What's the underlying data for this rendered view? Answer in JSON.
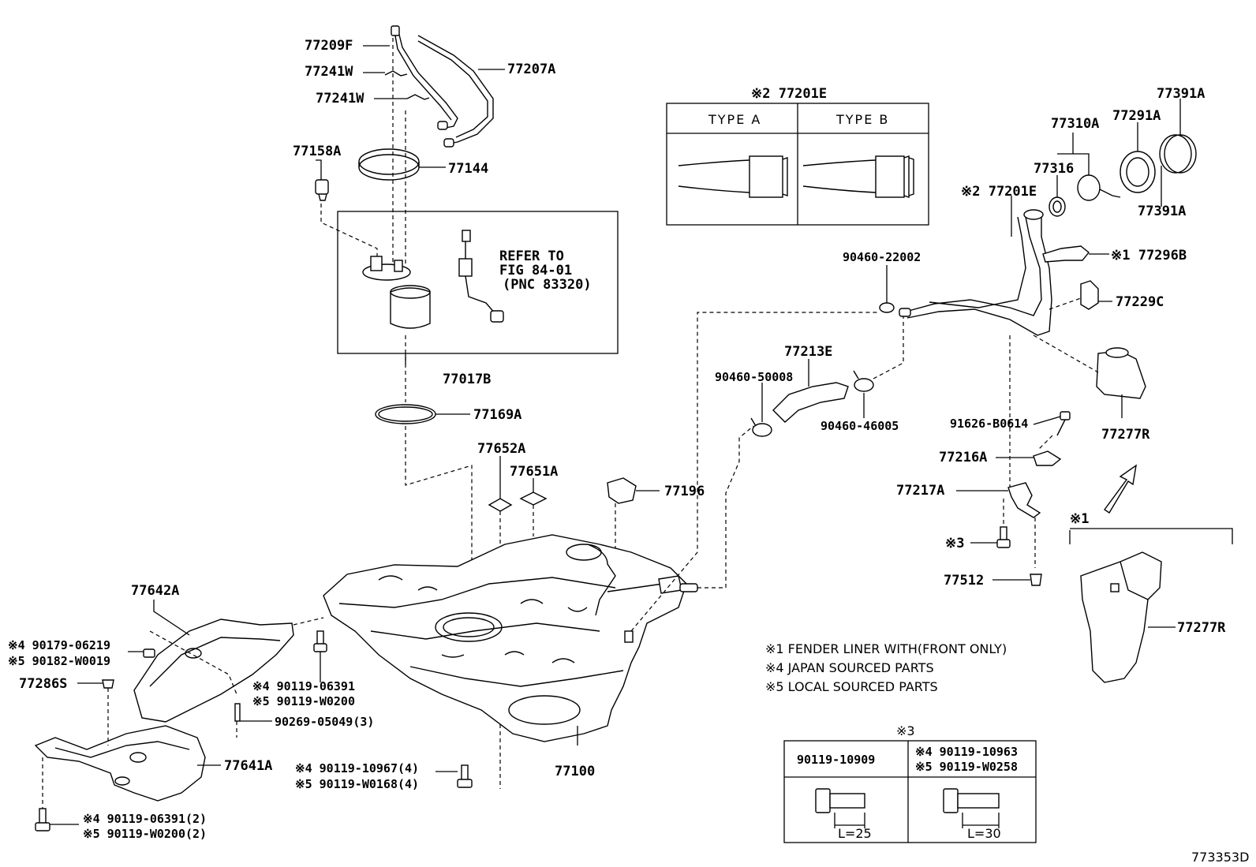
{
  "labels": {
    "p77209F": "77209F",
    "p77241W_a": "77241W",
    "p77241W_b": "77241W",
    "p77207A": "77207A",
    "p77158A": "77158A",
    "p77144": "77144",
    "p77017B": "77017B",
    "p77169A": "77169A",
    "p77652A": "77652A",
    "p77651A": "77651A",
    "p77196": "77196",
    "p77642A": "77642A",
    "p77286S": "77286S",
    "p77641A": "77641A",
    "p77100": "77100",
    "p90269": "90269-05049(3)",
    "p77213E": "77213E",
    "p90460_22002": "90460-22002",
    "p90460_50008": "90460-50008",
    "p90460_46005": "90460-46005",
    "p77201E_main": "※2 77201E",
    "p77201E_box": "※2 77201E",
    "p77310A": "77310A",
    "p77316": "77316",
    "p77291A": "77291A",
    "p77391A_top": "77391A",
    "p77391A_bot": "77391A",
    "p77296B": "※1 77296B",
    "p77229C": "77229C",
    "p77277R_a": "77277R",
    "p77277R_b": "77277R",
    "p91626": "91626-B0614",
    "p77216A": "77216A",
    "p77217A": "77217A",
    "p77512": "77512",
    "x3_bolt": "※3",
    "x1_bracket": "※1",
    "refer1": "REFER TO",
    "refer2": "FIG 84-01",
    "refer3": "(PNC 83320)",
    "bolt_490179": "※4 90179-06219",
    "bolt_590182": "※5 90182-W0019",
    "bolt_490119_06391": "※4 90119-06391",
    "bolt_590119_W0200": "※5 90119-W0200",
    "bolt_490119_10967": "※4 90119-10967(4)",
    "bolt_590119_W0168": "※5 90119-W0168(4)",
    "bolt_490119_06391_2": "※4 90119-06391(2)",
    "bolt_590119_W0200_2": "※5 90119-W0200(2)",
    "type_a": "TYPE A",
    "type_b": "TYPE B",
    "note1": "※1 FENDER LINER WITH(FRONT ONLY)",
    "note4": "※4 JAPAN SOURCED PARTS",
    "note5": "※5 LOCAL SOURCED PARTS",
    "x3_table_title": "※3",
    "x3_col1": "90119-10909",
    "x3_col2a": "※4 90119-10963",
    "x3_col2b": "※5 90119-W0258",
    "len25": "L=25",
    "len30": "L=30",
    "figure_id": "773353D"
  }
}
